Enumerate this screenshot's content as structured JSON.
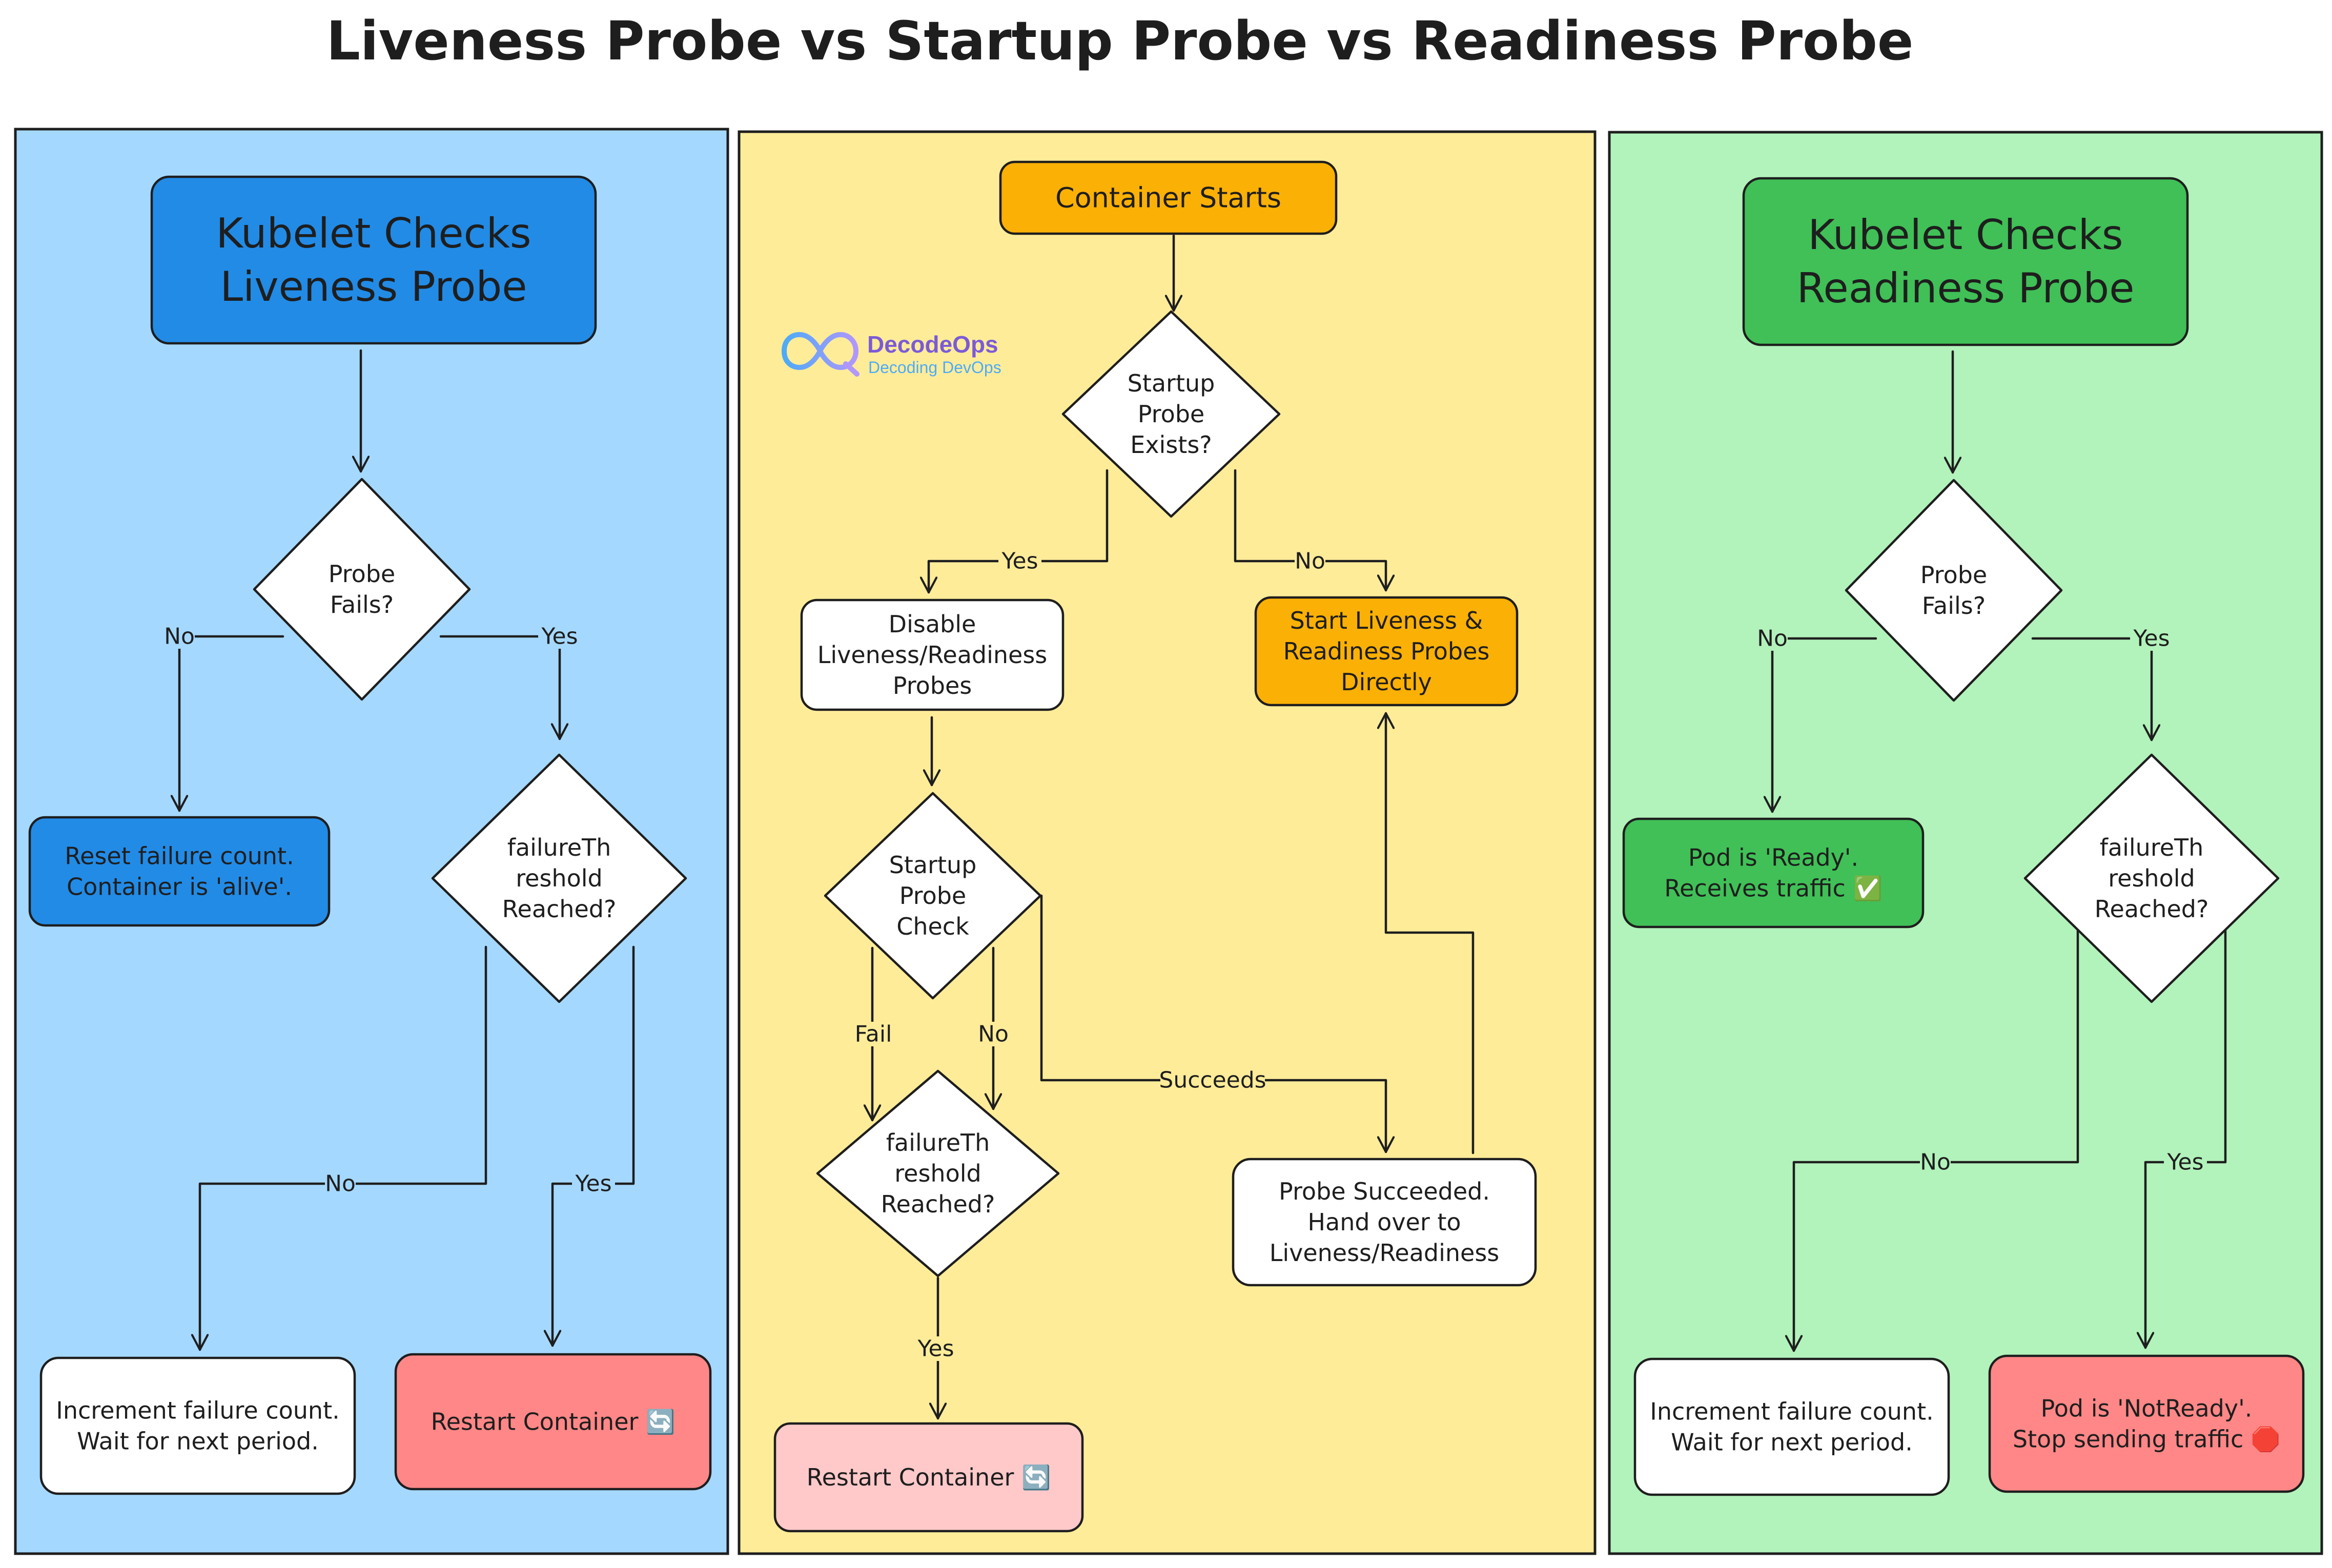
{
  "title": "Liveness Probe vs Startup Probe vs Readiness Probe",
  "colors": {
    "liveness_panel": "#a5d8ff",
    "startup_panel": "#ffec99",
    "readiness_panel": "#b2f2bb",
    "blue_node": "#228be6",
    "orange_node": "#fab005",
    "green_node": "#40c057",
    "red_node": "#ff8787",
    "pink_node": "#ffc9c9",
    "white_node": "#ffffff",
    "stroke": "#1e1e1e"
  },
  "brand": {
    "name": "DecodeOps",
    "tagline": "Decoding DevOps",
    "icon": "infinity-magnifier-logo-icon"
  },
  "liveness": {
    "start": [
      "Kubelet Checks",
      "Liveness Probe"
    ],
    "probe_fails": [
      "Probe",
      "Fails?"
    ],
    "threshold": [
      "failureTh",
      "reshold",
      "Reached?"
    ],
    "reset": [
      "Reset failure count.",
      "Container is 'alive'."
    ],
    "increment": [
      "Increment failure count.",
      "Wait for next period."
    ],
    "restart": [
      "Restart Container 🔄"
    ],
    "edges": {
      "no1": "No",
      "yes1": "Yes",
      "no2": "No",
      "yes2": "Yes"
    }
  },
  "startup": {
    "container_starts": [
      "Container Starts"
    ],
    "exists": [
      "Startup",
      "Probe",
      "Exists?"
    ],
    "disable": [
      "Disable",
      "Liveness/Readiness",
      "Probes"
    ],
    "direct": [
      "Start Liveness &",
      "Readiness Probes",
      "Directly"
    ],
    "check": [
      "Startup",
      "Probe",
      "Check"
    ],
    "threshold": [
      "failureTh",
      "reshold",
      "Reached?"
    ],
    "succeeded": [
      "Probe Succeeded.",
      "Hand over to",
      "Liveness/Readiness"
    ],
    "restart": [
      "Restart Container 🔄"
    ],
    "edges": {
      "yes": "Yes",
      "no": "No",
      "fail": "Fail",
      "no2": "No",
      "succeeds": "Succeeds",
      "yes2": "Yes"
    }
  },
  "readiness": {
    "start": [
      "Kubelet Checks",
      "Readiness Probe"
    ],
    "probe_fails": [
      "Probe",
      "Fails?"
    ],
    "threshold": [
      "failureTh",
      "reshold",
      "Reached?"
    ],
    "ready": [
      "Pod is 'Ready'.",
      "Receives traffic ✅"
    ],
    "increment": [
      "Increment failure count.",
      "Wait for next period."
    ],
    "notready": [
      "Pod is 'NotReady'.",
      "Stop sending traffic 🛑"
    ],
    "edges": {
      "no1": "No",
      "yes1": "Yes",
      "no2": "No",
      "yes2": "Yes"
    }
  }
}
